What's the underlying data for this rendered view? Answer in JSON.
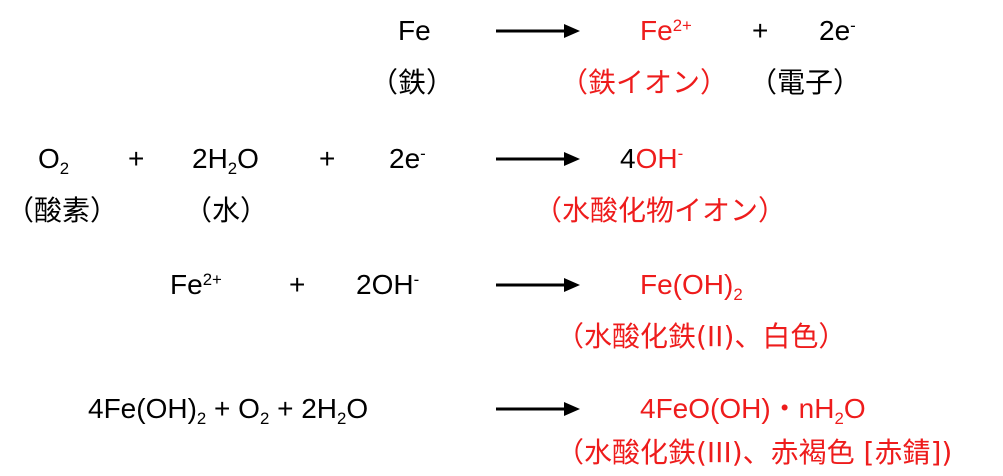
{
  "colors": {
    "black": "#000000",
    "red": "#ee1c1c"
  },
  "eq1": {
    "reactant": "Fe",
    "reactant_label": "（鉄）",
    "product1_base": "Fe",
    "product1_sup": "2+",
    "plus": "+",
    "product2_base": "2e",
    "product2_sup": "-",
    "product1_label": "（鉄イオン）",
    "product2_label": "（電子）"
  },
  "eq2": {
    "r1_base": "O",
    "r1_sub": "2",
    "plus1": "+",
    "r2_a": "2H",
    "r2_sub": "2",
    "r2_b": "O",
    "plus2": "+",
    "r3_base": "2e",
    "r3_sup": "-",
    "p_coef": "4",
    "p_base": "OH",
    "p_sup": "-",
    "r1_label": "（酸素）",
    "r2_label": "（水）",
    "p_label": "（水酸化物イオン）"
  },
  "eq3": {
    "r1_base": "Fe",
    "r1_sup": "2+",
    "plus": "+",
    "r2_base": "2OH",
    "r2_sup": "-",
    "p_base": "Fe(OH)",
    "p_sub": "2",
    "p_label": "（水酸化鉄(II)、白色）"
  },
  "eq4": {
    "r1_a": "4Fe(OH)",
    "r1_sub": "2",
    "plus1": " + O",
    "r2_sub": "2",
    "plus2": " + 2H",
    "r3_sub": "2",
    "r3_b": "O",
    "p_a": "4FeO(OH)・nH",
    "p_sub": "2",
    "p_b": "O",
    "p_label": "（水酸化鉄(III)、赤褐色 [赤錆])"
  }
}
